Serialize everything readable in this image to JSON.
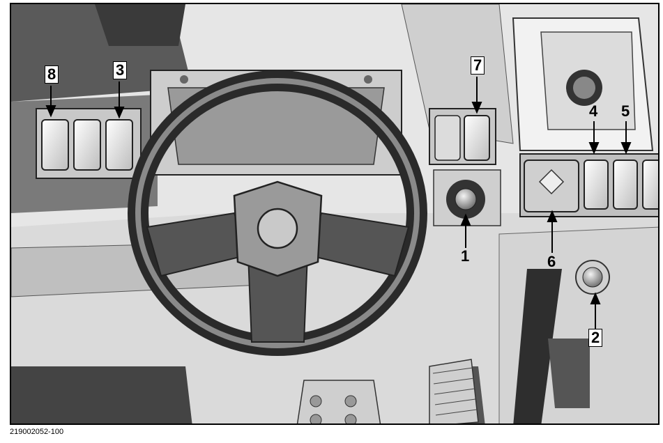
{
  "figure_id": "219002052-100",
  "callouts": [
    {
      "label": "1"
    },
    {
      "label": "2"
    },
    {
      "label": "3"
    },
    {
      "label": "4"
    },
    {
      "label": "5"
    },
    {
      "label": "6"
    },
    {
      "label": "7"
    },
    {
      "label": "8"
    }
  ]
}
